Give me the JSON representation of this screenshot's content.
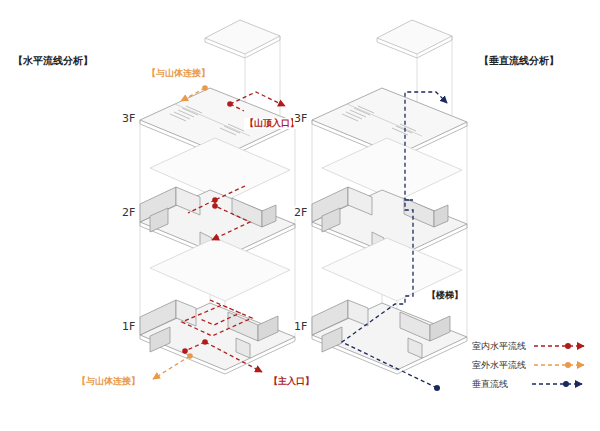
{
  "diagram": {
    "labels": [
      "【水平流线分析】",
      "【垂直流线分析】",
      "【与山体连接】",
      "3F",
      "【山顶入口】",
      "2F",
      "1F",
      "【与山体连接】",
      "【主入口】",
      "3F",
      "2F",
      "【楼梯】",
      "1F"
    ],
    "legend": [
      {
        "text": "室内水平流线"
      },
      {
        "text": "室外水平流线"
      },
      {
        "text": "垂直流线"
      }
    ]
  }
}
